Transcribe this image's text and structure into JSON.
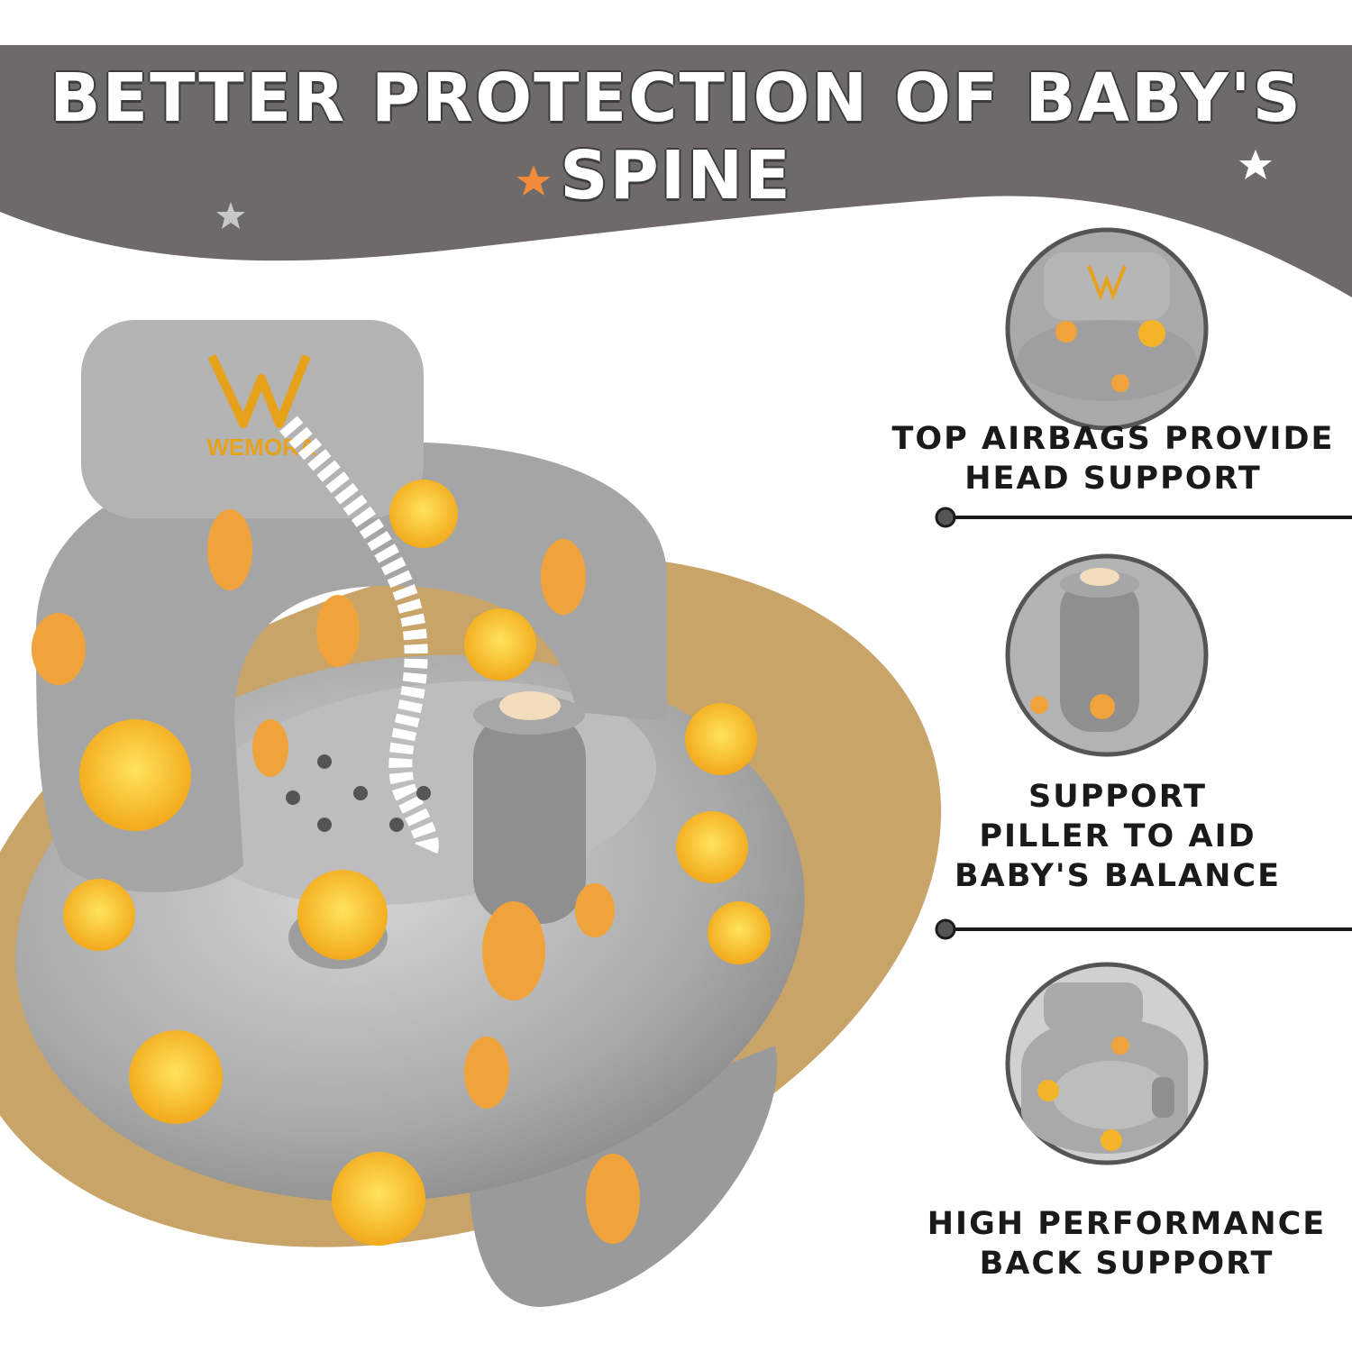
{
  "headline": "BETTER PROTECTION OF BABY'S SPINE",
  "brand": {
    "logo_text": "WEMORA"
  },
  "features": [
    {
      "lines": [
        "TOP AIRBAGS PROVIDE",
        "HEAD SUPPORT"
      ],
      "image": "headrest-closeup"
    },
    {
      "lines": [
        "SUPPORT",
        "PILLER TO AID",
        "BABY'S BALANCE"
      ],
      "image": "support-pillar-closeup"
    },
    {
      "lines": [
        "HIGH PERFORMANCE",
        "BACK SUPPORT"
      ],
      "image": "full-seat-view"
    }
  ],
  "colors": {
    "banner": "#6d6a69",
    "floor": "#c9a468",
    "seat": "#a9a9a9",
    "accent_star": "#f08a3c",
    "text": "#1a1a1a"
  }
}
